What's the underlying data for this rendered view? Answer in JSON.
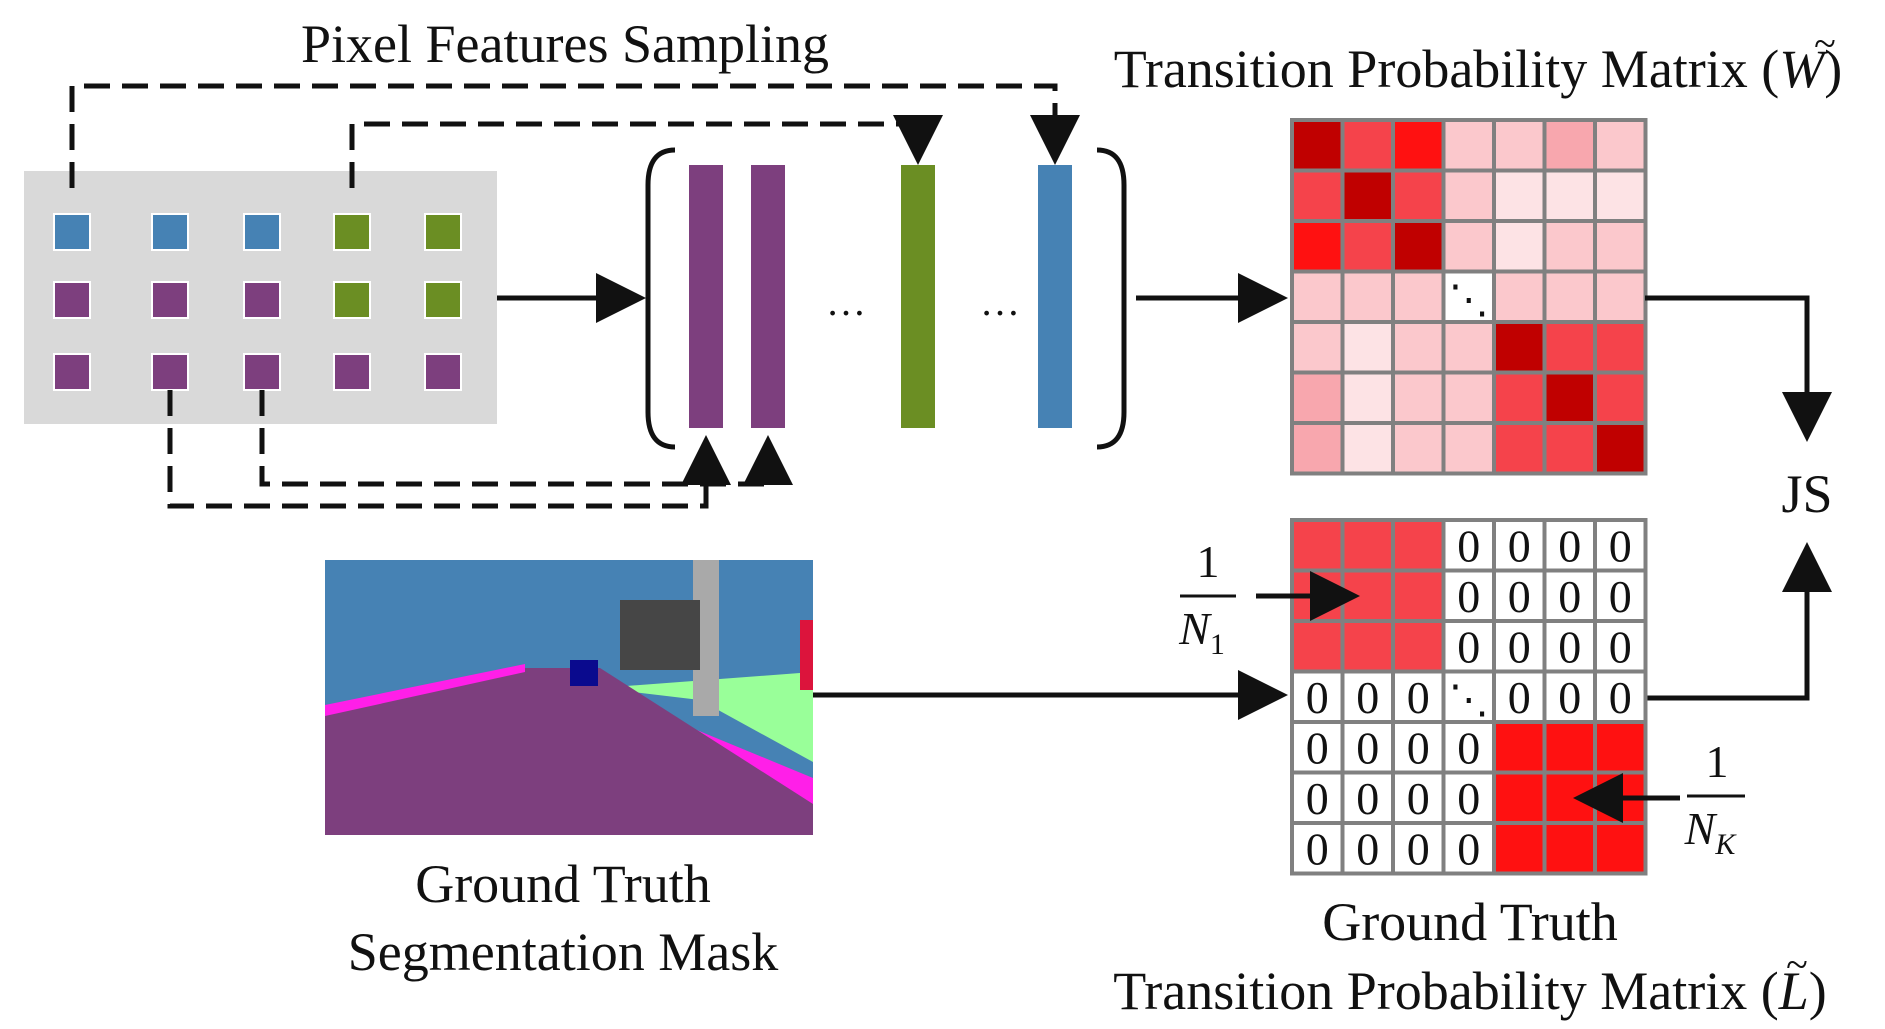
{
  "labels": {
    "sampling": "Pixel Features Sampling",
    "w_title_prefix": "Transition Probability Matrix (",
    "w_symbol": "W",
    "w_title_suffix": ")",
    "js": "JS",
    "mask_line1": "Ground Truth",
    "mask_line2": "Segmentation Mask",
    "l_line1": "Ground Truth",
    "l_title_prefix": "Transition Probability Matrix (",
    "l_symbol": "L",
    "l_title_suffix": ")",
    "ellipsis": "…",
    "dots": "⋱",
    "frac_num": "1",
    "n1_var": "N",
    "n1_sub": "1",
    "nk_var": "N",
    "nk_sub": "K"
  },
  "colors": {
    "purple": "#7d3f7e",
    "blue": "#4682b4",
    "green": "#6b8e23",
    "panel": "#d9d9d9",
    "grid": "#808080",
    "dark_red": "#c00000",
    "red": "#f5434b",
    "bright_red": "#ff1111",
    "pink1": "#fbc8cc",
    "pink2": "#fde3e5",
    "pink3": "#f8a7ae",
    "mask_sky": "#4682b4",
    "mask_road": "#7d3f7e",
    "mask_sidewalk": "#ff1fe8",
    "mask_veg": "#99ff99"
  },
  "feature_grid": [
    [
      "blue",
      "blue",
      "blue",
      "green",
      "green"
    ],
    [
      "purple",
      "purple",
      "purple",
      "green",
      "green"
    ],
    [
      "purple",
      "purple",
      "purple",
      "purple",
      "purple"
    ]
  ],
  "feature_bars": [
    "purple",
    "purple",
    "ellipsis",
    "green",
    "ellipsis",
    "blue"
  ],
  "w_matrix": [
    [
      "dark_red",
      "red",
      "bright_red",
      "pink1",
      "pink1",
      "pink3",
      "pink1"
    ],
    [
      "red",
      "dark_red",
      "red",
      "pink1",
      "pink2",
      "pink2",
      "pink2"
    ],
    [
      "bright_red",
      "red",
      "dark_red",
      "pink1",
      "pink2",
      "pink1",
      "pink1"
    ],
    [
      "pink1",
      "pink1",
      "pink1",
      "white",
      "pink1",
      "pink1",
      "pink1"
    ],
    [
      "pink1",
      "pink2",
      "pink1",
      "pink1",
      "dark_red",
      "red",
      "red"
    ],
    [
      "pink3",
      "pink2",
      "pink1",
      "pink1",
      "red",
      "dark_red",
      "red"
    ],
    [
      "pink3",
      "pink2",
      "pink1",
      "pink1",
      "red",
      "red",
      "dark_red"
    ]
  ],
  "l_matrix": [
    [
      "R1",
      "R1",
      "R1",
      "0",
      "0",
      "0",
      "0"
    ],
    [
      "R1",
      "R1",
      "R1",
      "0",
      "0",
      "0",
      "0"
    ],
    [
      "R1",
      "R1",
      "R1",
      "0",
      "0",
      "0",
      "0"
    ],
    [
      "0",
      "0",
      "0",
      "dots",
      "0",
      "0",
      "0"
    ],
    [
      "0",
      "0",
      "0",
      "0",
      "RK",
      "RK",
      "RK"
    ],
    [
      "0",
      "0",
      "0",
      "0",
      "RK",
      "RK",
      "RK"
    ],
    [
      "0",
      "0",
      "0",
      "0",
      "RK",
      "RK",
      "RK"
    ]
  ]
}
